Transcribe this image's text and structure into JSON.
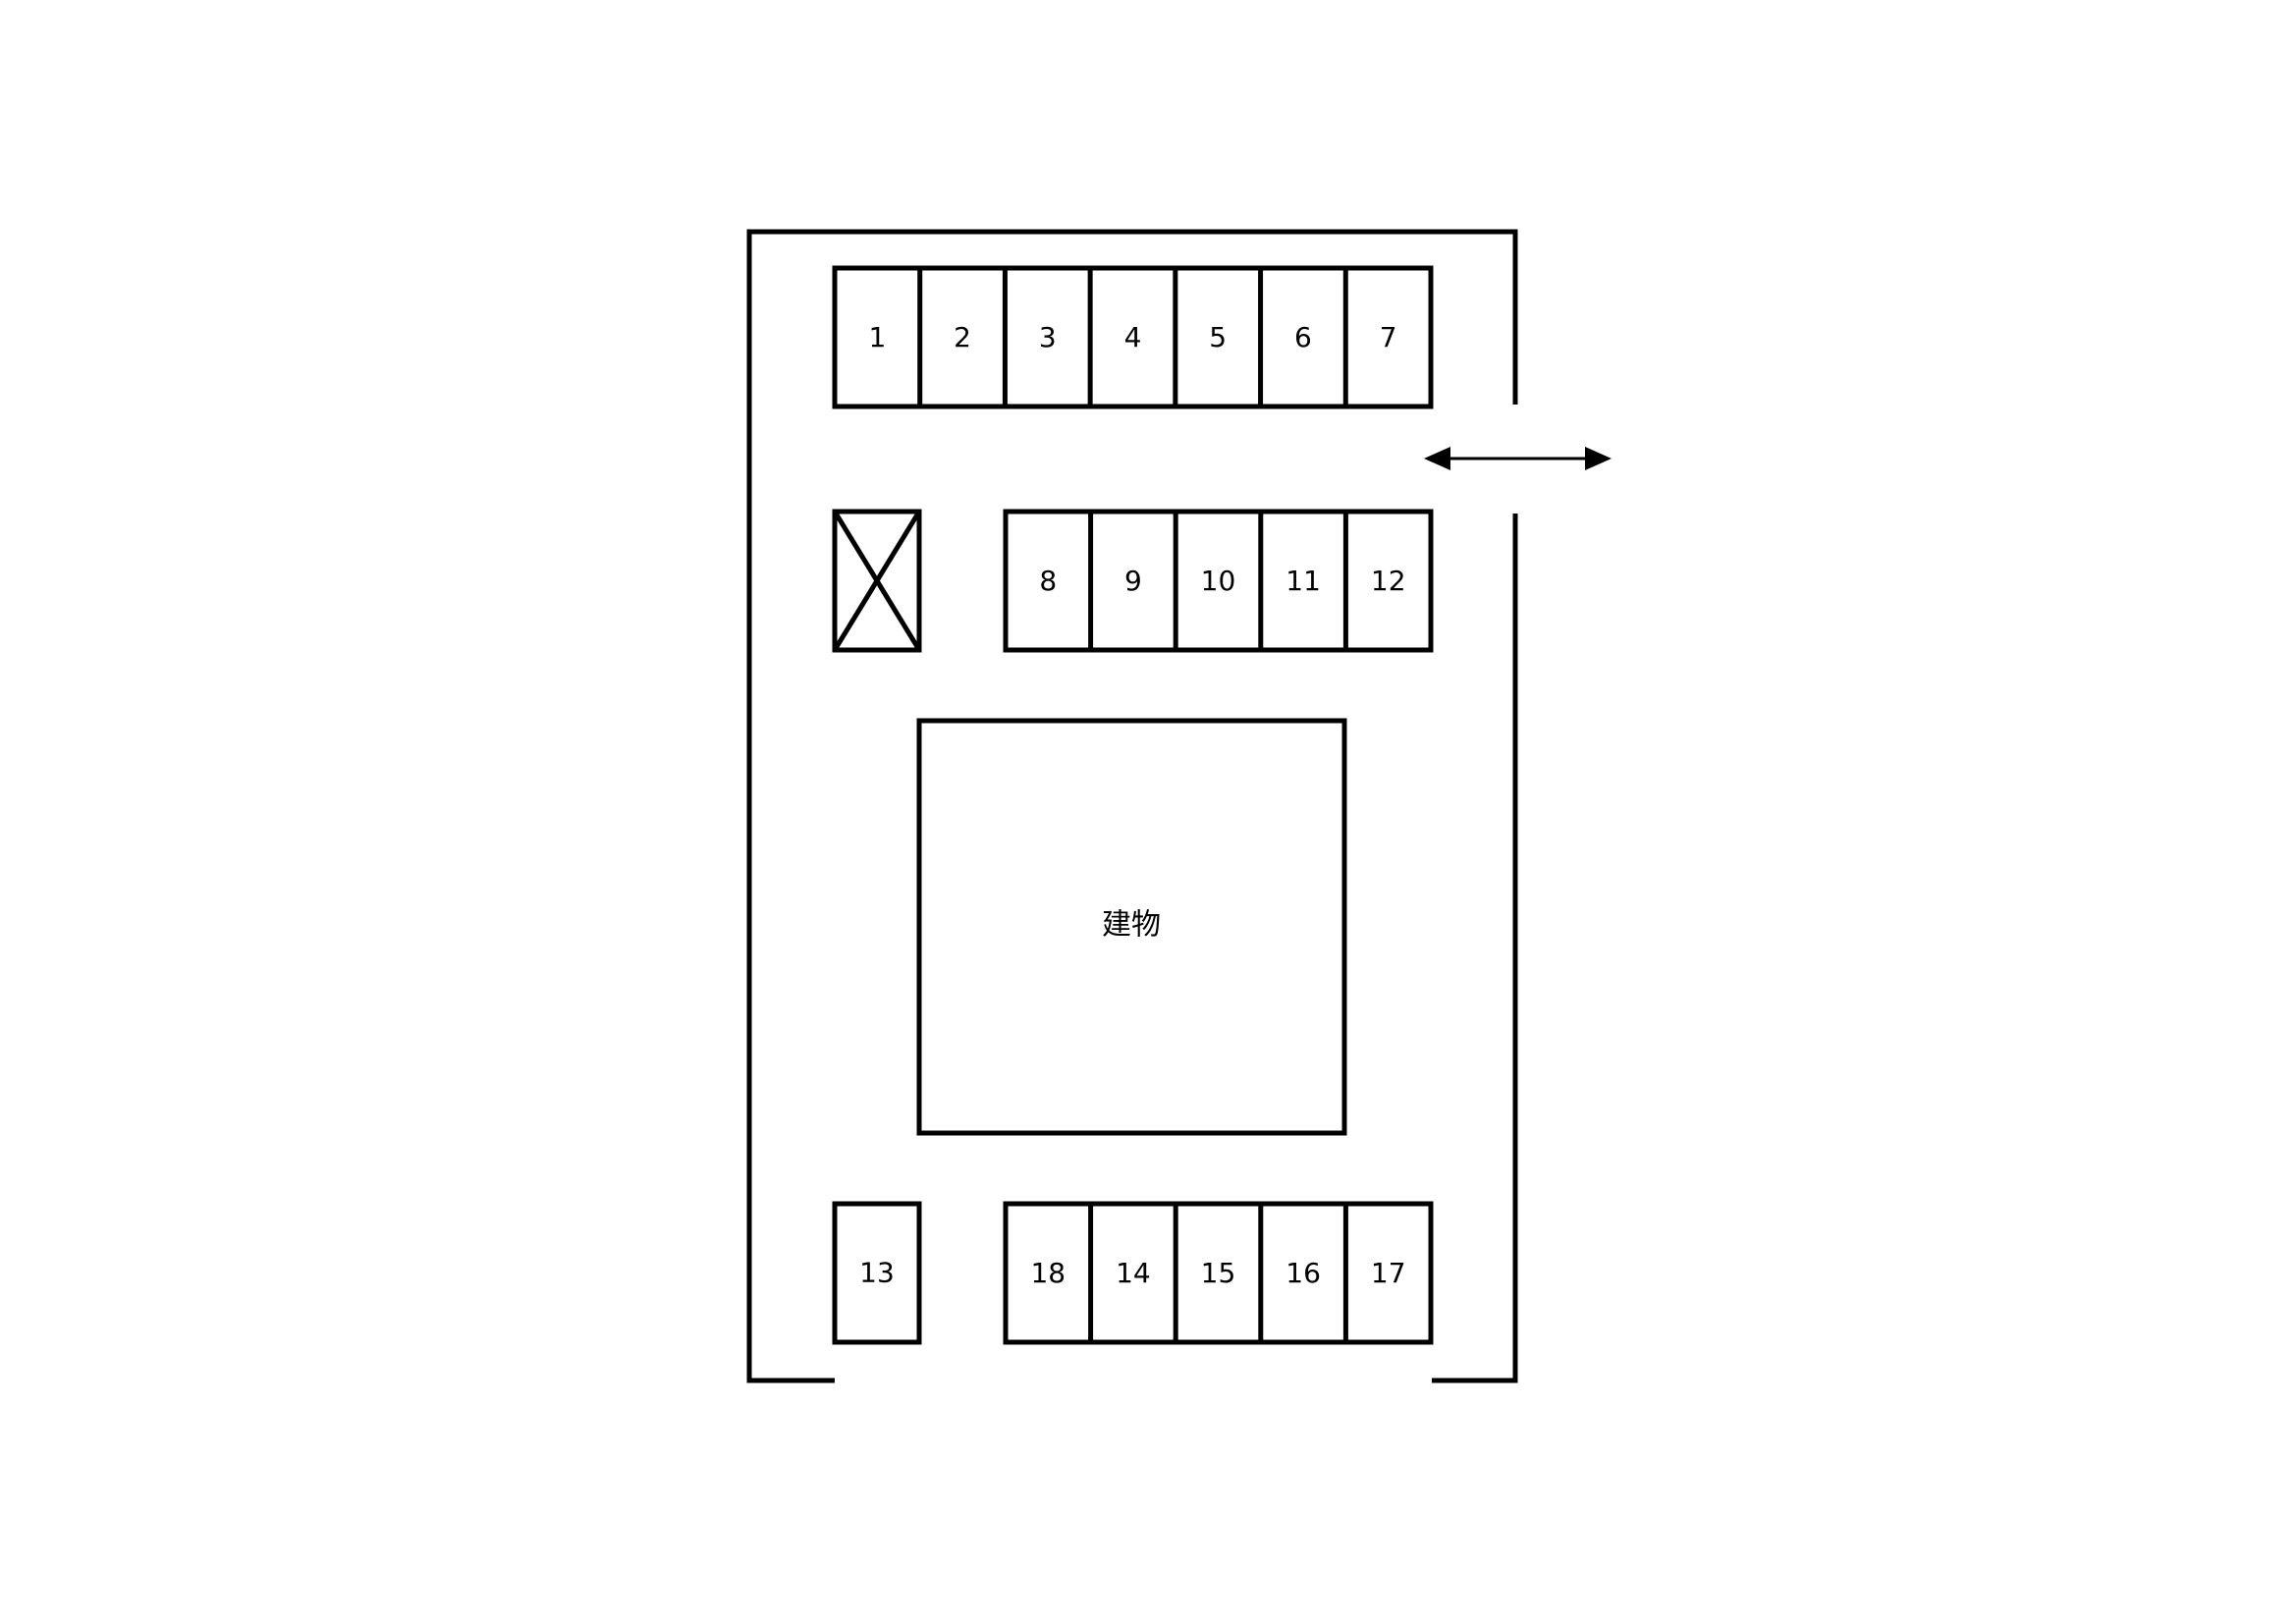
{
  "building": {
    "label": "建物"
  },
  "parking": {
    "top_row": [
      "1",
      "2",
      "3",
      "4",
      "5",
      "6",
      "7"
    ],
    "middle_row": [
      "8",
      "9",
      "10",
      "11",
      "12"
    ],
    "bottom_single": "13",
    "bottom_row": [
      "18",
      "14",
      "15",
      "16",
      "17"
    ]
  },
  "colors": {
    "line": "#000000",
    "background": "#ffffff"
  }
}
